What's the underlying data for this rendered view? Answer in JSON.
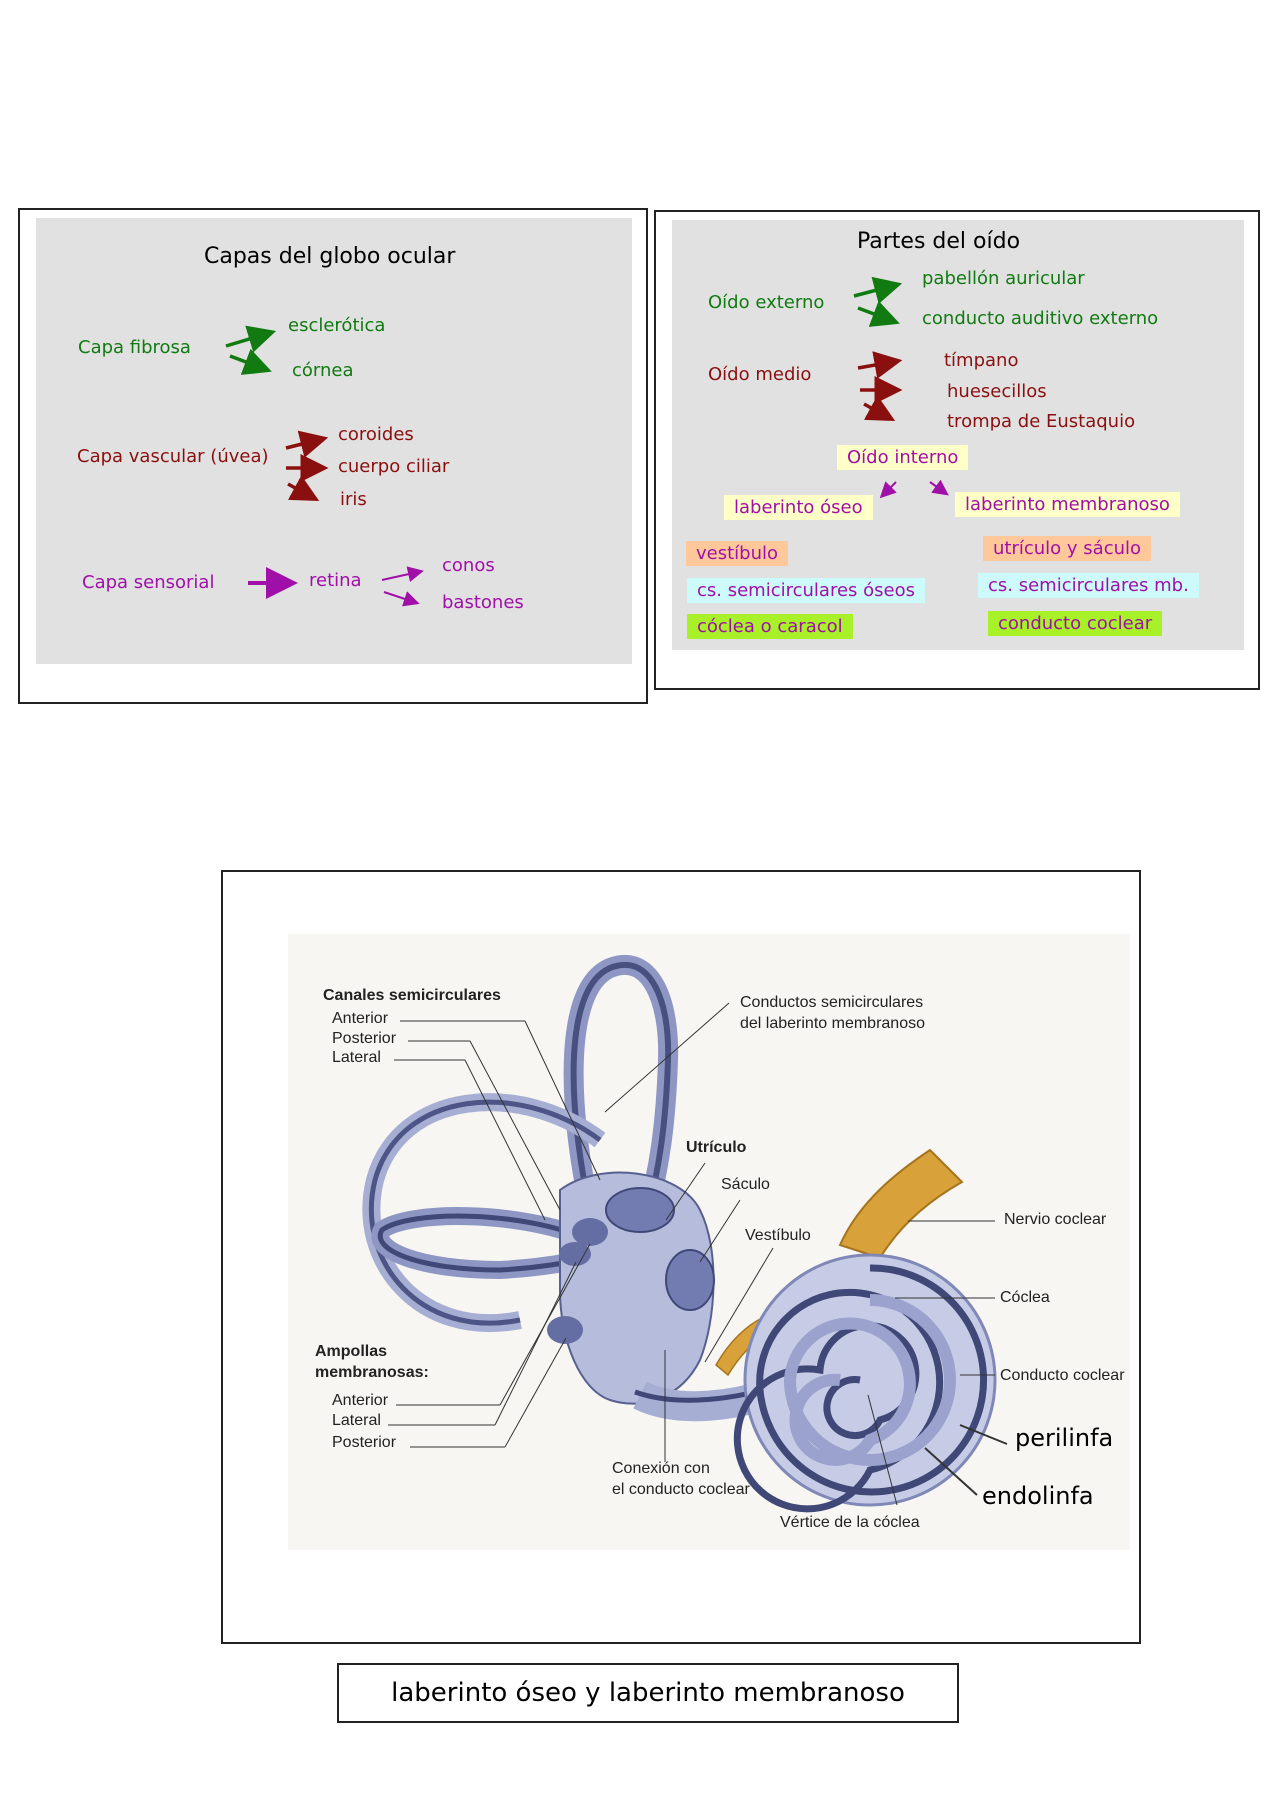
{
  "eye": {
    "title": "Capas del globo ocular",
    "fibrosa": "Capa fibrosa",
    "esclerotica": "esclerótica",
    "cornea": "córnea",
    "vascular": "Capa vascular (úvea)",
    "coroides": "coroides",
    "cuerpo_ciliar": "cuerpo ciliar",
    "iris": "iris",
    "sensorial": "Capa sensorial",
    "retina": "retina",
    "conos": "conos",
    "bastones": "bastones"
  },
  "ear": {
    "title": "Partes del oído",
    "externo": "Oído externo",
    "pabellon": "pabellón auricular",
    "conducto_aud": "conducto auditivo externo",
    "medio": "Oído medio",
    "timpano": "tímpano",
    "huesecillos": "huesecillos",
    "trompa": "trompa de Eustaquio",
    "interno": "Oído interno",
    "lab_oseo": "laberinto óseo",
    "lab_membranoso": "laberinto membranoso",
    "vestibulo": "vestíbulo",
    "cs_oseos": "cs. semicirculares óseos",
    "coclea_caracol": "cóclea o caracol",
    "utriculo_saculo": "utrículo y sáculo",
    "cs_mb": "cs. semicirculares mb.",
    "conducto_coclear": "conducto coclear"
  },
  "figure": {
    "canales_title": "Canales semicirculares",
    "canal_anterior": "Anterior",
    "canal_posterior": "Posterior",
    "canal_lateral": "Lateral",
    "conductos_l1": "Conductos semicirculares",
    "conductos_l2": "del laberinto membranoso",
    "utriculo": "Utrículo",
    "saculo": "Sáculo",
    "vestibulo": "Vestíbulo",
    "nervio": "Nervio coclear",
    "coclea": "Cóclea",
    "conducto_coclear": "Conducto coclear",
    "ampollas_l1": "Ampollas",
    "ampollas_l2": "membranosas:",
    "amp_anterior": "Anterior",
    "amp_lateral": "Lateral",
    "amp_posterior": "Posterior",
    "conexion_l1": "Conexión con",
    "conexion_l2": "el conducto coclear",
    "vertice": "Vértice de la cóclea",
    "perilinfa": "perilinfa",
    "endolinfa": "endolinfa"
  },
  "caption": "laberinto óseo y laberinto membranoso",
  "colors": {
    "green": "#117a11",
    "red": "#8a1010",
    "magenta": "#a010a8",
    "peach": "#ffc89a",
    "cyan": "#cdfbfb",
    "lime": "#a8f028",
    "yellow": "#ffffc8"
  }
}
